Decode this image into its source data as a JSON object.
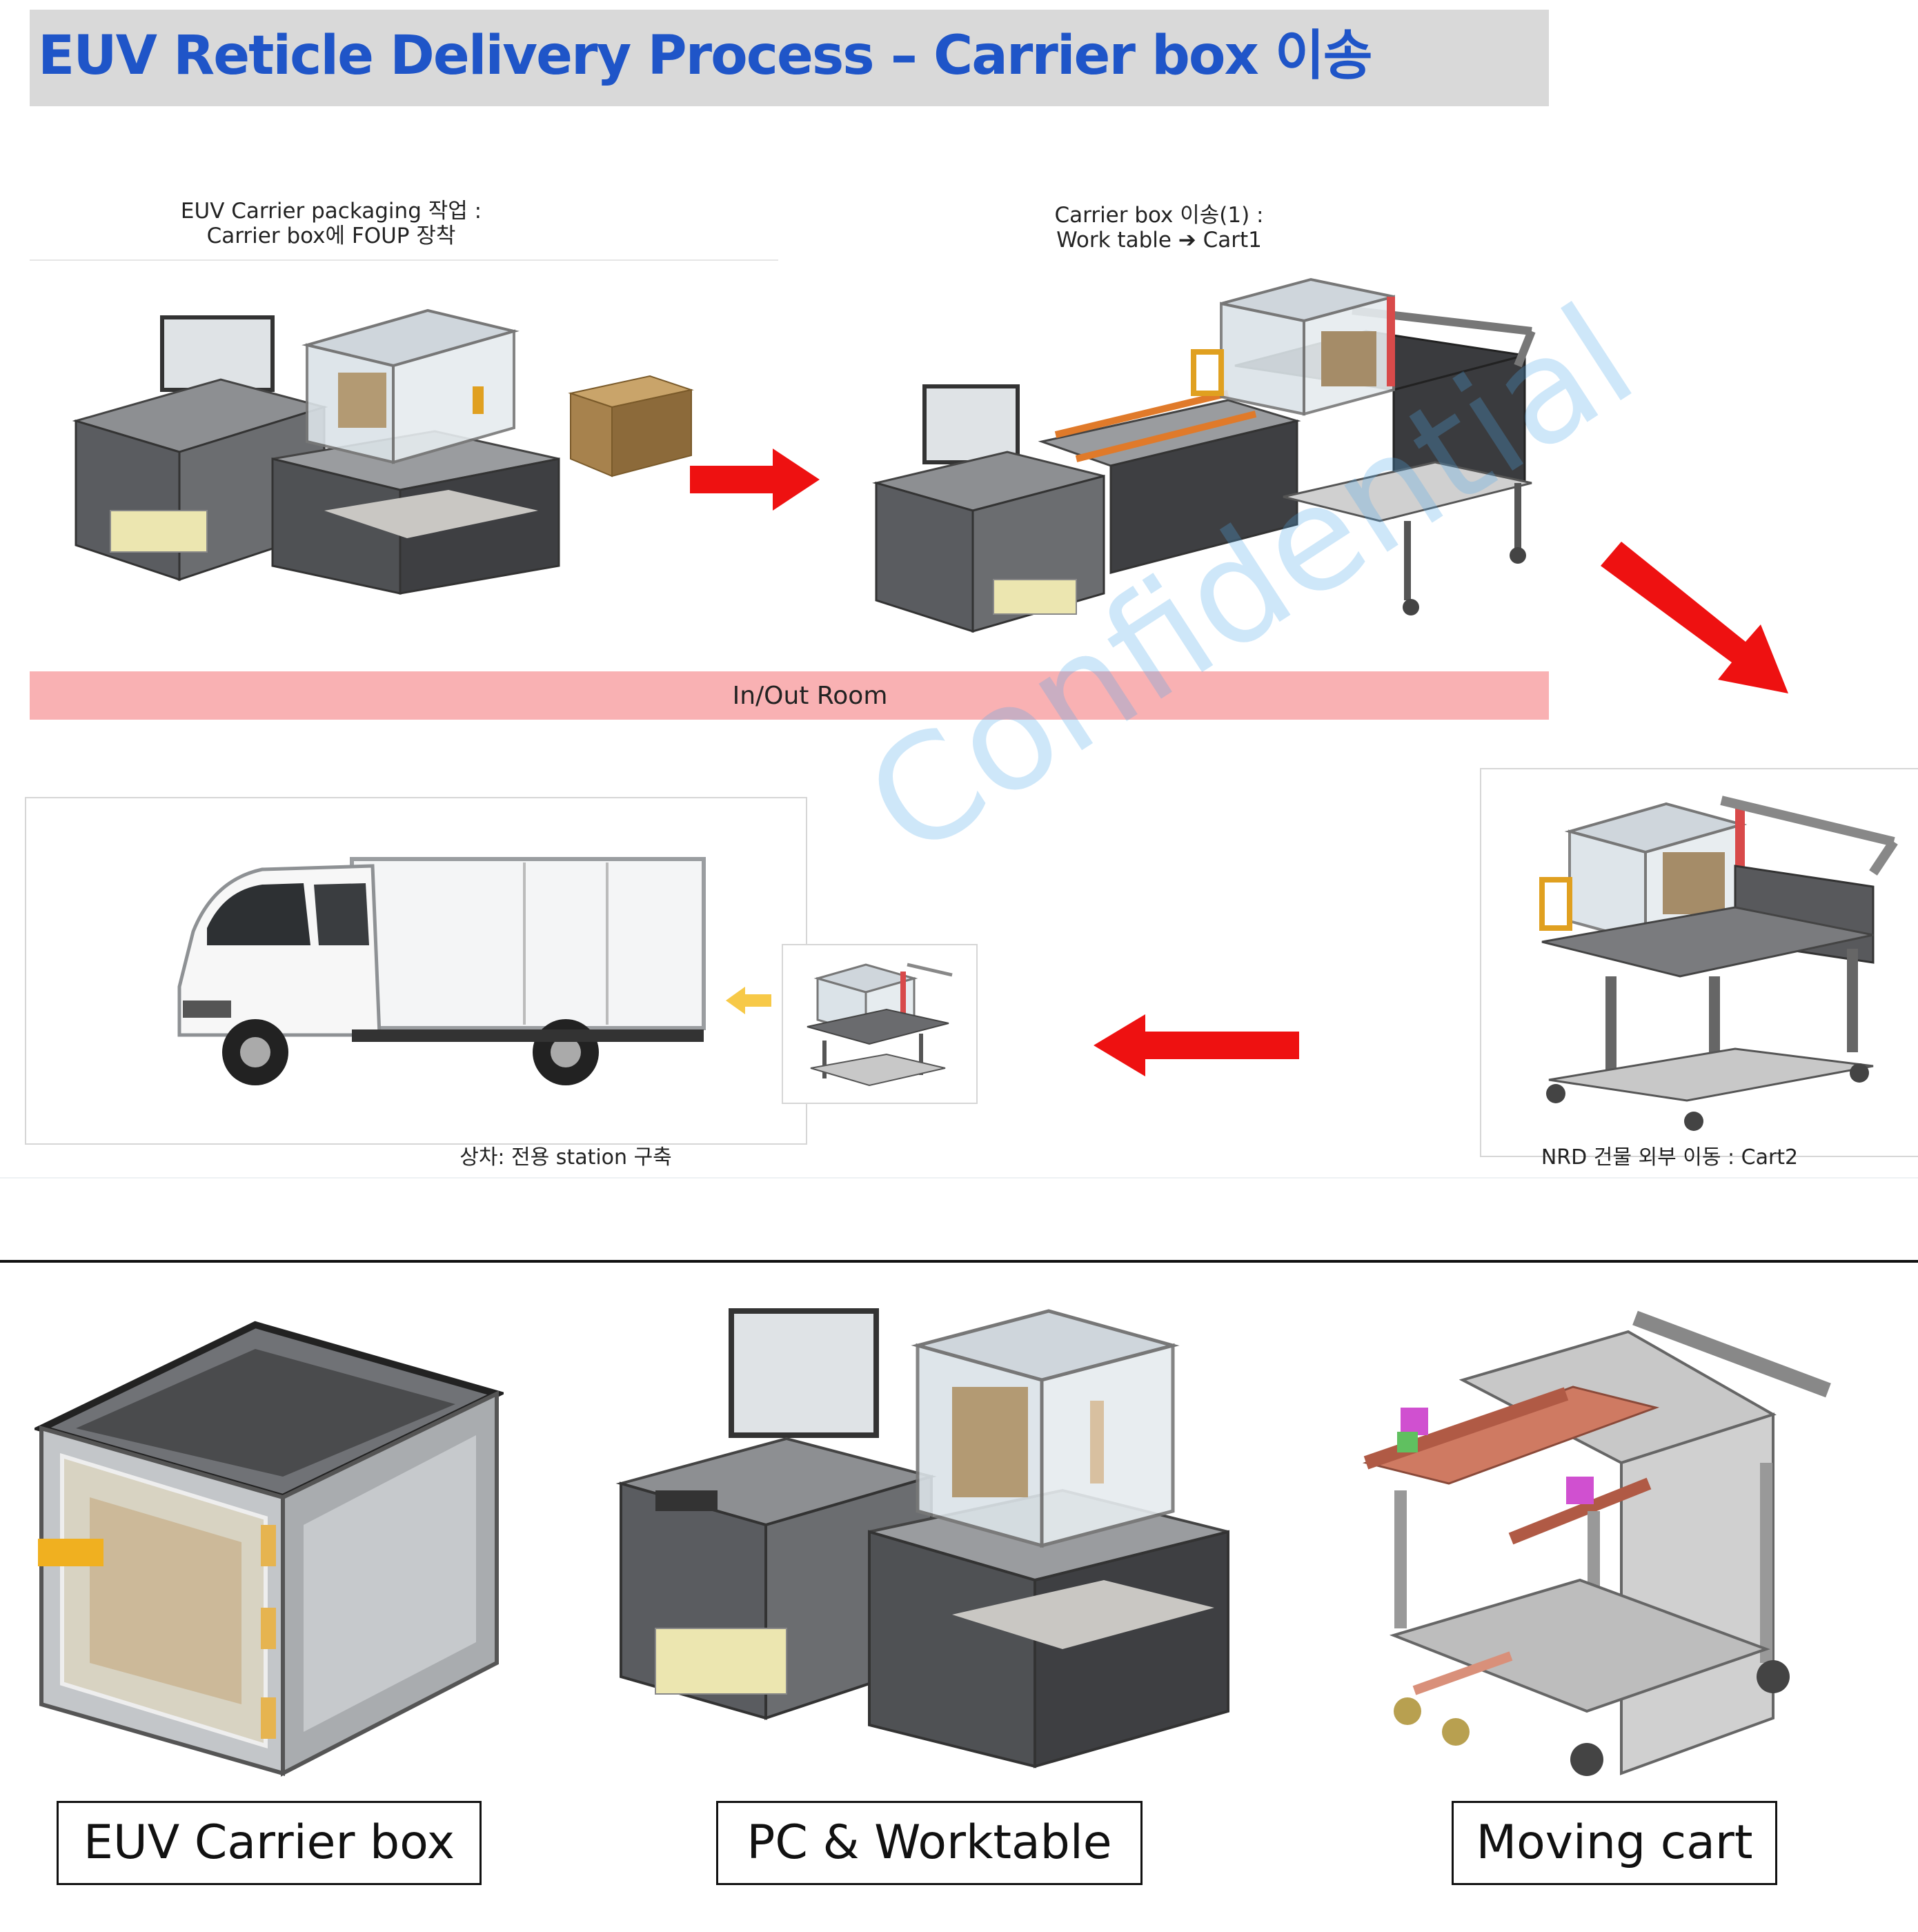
{
  "title": "EUV Reticle Delivery Process – Carrier box 이송",
  "steps": {
    "packaging": {
      "line1": "EUV Carrier packaging 작업 :",
      "line2": "Carrier box에 FOUP 장착"
    },
    "transfer1": {
      "line1": "Carrier box 이송(1) :",
      "line2": "Work table ➔ Cart1"
    },
    "loading": {
      "line1": "상차: 전용 station 구축"
    },
    "outside": {
      "line1": "NRD 건물 외부 이동 : Cart2"
    }
  },
  "room_label": "In/Out Room",
  "watermark": "Confidential",
  "product_labels": {
    "carrier_box": "EUV Carrier box",
    "pc_worktable": "PC & Worktable",
    "moving_cart": "Moving cart"
  },
  "colors": {
    "title": "#1f55c8",
    "title_bar": "#d9d9d9",
    "room_band": "#f9b1b3",
    "arrow_red": "#ee1111",
    "arrow_yellow": "#f7c948"
  },
  "icons": [
    "workstation-icon",
    "carrier-box-icon",
    "cardboard-box-icon",
    "cart-icon",
    "truck-icon",
    "arrow-right-icon",
    "arrow-down-right-icon",
    "arrow-left-icon"
  ]
}
